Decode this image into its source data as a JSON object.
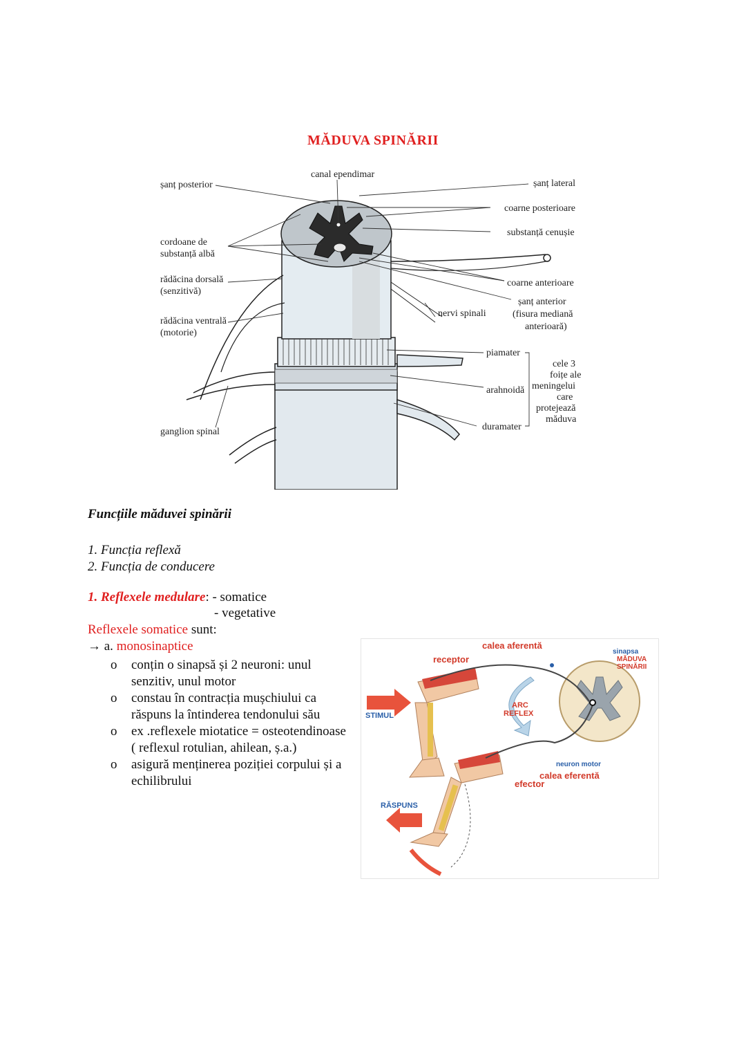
{
  "title": "MĂDUVA SPINĂRII",
  "figure1": {
    "labels": {
      "sant_posterior": "șanț posterior",
      "canal_ependimar": "canal ependimar",
      "sant_lateral": "șanț lateral",
      "coarne_posterioare": "coarne posterioare",
      "substanta_cenusie": "substanță cenușie",
      "cordoane_1": "cordoane de",
      "cordoane_2": "substanță albă",
      "radacina_dorsala_1": "rădăcina dorsală",
      "radacina_dorsala_2": "(senzitivă)",
      "coarne_anterioare": "coarne anterioare",
      "sant_anterior_1": "șanț anterior",
      "sant_anterior_2": "(fisura mediană",
      "sant_anterior_3": "anterioară)",
      "nervi_spinali": "nervi spinali",
      "radacina_ventrala_1": "rădăcina ventrală",
      "radacina_ventrala_2": "(motorie)",
      "piamater": "piamater",
      "arahnoida": "arahnoidă",
      "duramater": "duramater",
      "meninges_1": "cele 3",
      "meninges_2": "foițe ale",
      "meninges_3": "meningelui",
      "meninges_4": "care",
      "meninges_5": "protejează",
      "meninges_6": "măduva",
      "ganglion_spinal": "ganglion spinal"
    }
  },
  "functions": {
    "heading": "Funcțiile măduvei spinării",
    "items": [
      "1. Funcția reflexă",
      "2. Funcția de conducere"
    ]
  },
  "reflexes": {
    "title": "1. Reflexele medulare",
    "colon": ": - somatice",
    "vegetative": "- vegetative",
    "somatic_label": "Reflexele somatice",
    "somatic_suffix": " sunt:",
    "arrow_prefix": "→ a. ",
    "mono": "monosinaptice",
    "bullet_mark": "o",
    "bullets": [
      "conțin o sinapsă și 2 neuroni: unul senzitiv, unul motor",
      "constau în contracția mușchiului ca răspuns la întinderea tendonului său",
      "ex .reflexele miotatice = osteotendinoase ( reflexul rotulian, ahilean, ș.a.)",
      "asigură menținerea poziției corpului și a echilibrului"
    ]
  },
  "figure2": {
    "calea_aferenta": "calea aferentă",
    "receptor": "receptor",
    "sinapsa": "sinapsa",
    "maduva_1": "MĂDUVA",
    "maduva_2": "SPINĂRII",
    "stimul": "STIMUL",
    "arc_1": "ARC",
    "arc_2": "REFLEX",
    "neuron_motor": "neuron motor",
    "calea_eferenta": "calea eferentă",
    "efector": "efector",
    "raspuns": "RĂSPUNS"
  },
  "colors": {
    "accent_red": "#e02020",
    "figure_blue": "#2a5fa8",
    "figure_red": "#d23a2a"
  }
}
